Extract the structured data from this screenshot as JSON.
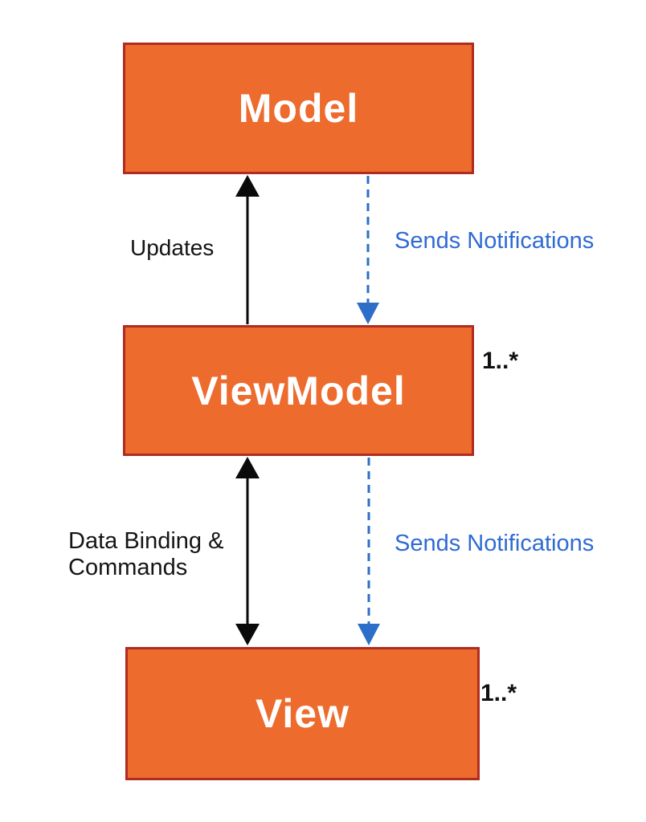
{
  "diagram": {
    "nodes": [
      {
        "id": "model",
        "label": "Model"
      },
      {
        "id": "viewmodel",
        "label": "ViewModel",
        "multiplicity": "1..*"
      },
      {
        "id": "view",
        "label": "View",
        "multiplicity": "1..*"
      }
    ],
    "edges": [
      {
        "from": "ViewModel",
        "to": "Model",
        "label": "Updates",
        "style": "solid",
        "direction": "up"
      },
      {
        "from": "Model",
        "to": "ViewModel",
        "label": "Sends Notifications",
        "style": "dashed",
        "direction": "down"
      },
      {
        "from": "ViewModel",
        "to": "View",
        "label": "Data Binding &\nCommands",
        "style": "solid",
        "direction": "both"
      },
      {
        "from": "ViewModel",
        "to": "View",
        "label": "Sends Notifications",
        "style": "dashed",
        "direction": "down"
      }
    ],
    "colors": {
      "node_fill": "#EC6B2D",
      "node_border": "#B02B20",
      "node_text": "#FFFFFF",
      "solid_arrow": "#0A0A0A",
      "dashed_arrow": "#2D6EC8",
      "notification_label": "#2F6AD4",
      "plain_label": "#141414"
    }
  }
}
